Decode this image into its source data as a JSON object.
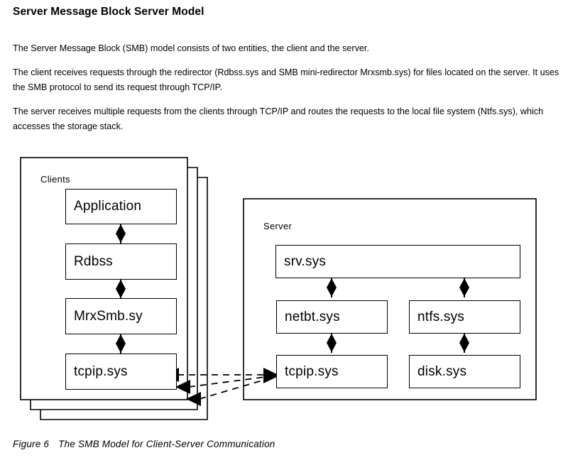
{
  "document": {
    "title": "Server Message Block Server Model",
    "paragraphs": [
      "The Server Message Block (SMB) model consists of two entities, the client and the server.",
      "The client receives requests through the redirector (Rdbss.sys and SMB mini-redirector Mrxsmb.sys) for files located on the server. It uses the SMB protocol to send its request through TCP/IP.",
      "The server receives multiple requests from the clients through TCP/IP and routes the requests to the local file system (Ntfs.sys), which accesses the storage stack."
    ]
  },
  "figure": {
    "caption_number": "Figure 6",
    "caption_text": "The SMB Model for Client-Server Communication",
    "client_panel": {
      "label": "Clients",
      "stack_count": 3,
      "nodes": [
        {
          "id": "application",
          "label": "Application"
        },
        {
          "id": "rdbss",
          "label": "Rdbss"
        },
        {
          "id": "mrxsmb",
          "label": "MrxSmb.sy"
        },
        {
          "id": "tcpip-client",
          "label": "tcpip.sys"
        }
      ],
      "connectors": [
        {
          "from": "application",
          "to": "rdbss",
          "style": "double-arrow"
        },
        {
          "from": "rdbss",
          "to": "mrxsmb",
          "style": "double-arrow"
        },
        {
          "from": "mrxsmb",
          "to": "tcpip-client",
          "style": "double-arrow"
        }
      ]
    },
    "server_panel": {
      "label": "Server",
      "nodes": [
        {
          "id": "srv",
          "label": "srv.sys"
        },
        {
          "id": "netbt",
          "label": "netbt.sys"
        },
        {
          "id": "ntfs",
          "label": "ntfs.sys"
        },
        {
          "id": "tcpip-server",
          "label": "tcpip.sys"
        },
        {
          "id": "disk",
          "label": "disk.sys"
        }
      ],
      "connectors": [
        {
          "from": "srv",
          "to": "netbt",
          "style": "double-arrow"
        },
        {
          "from": "srv",
          "to": "ntfs",
          "style": "double-arrow"
        },
        {
          "from": "netbt",
          "to": "tcpip-server",
          "style": "double-arrow"
        },
        {
          "from": "ntfs",
          "to": "disk",
          "style": "double-arrow"
        }
      ]
    },
    "network_links": {
      "style": "dashed",
      "count": 3,
      "from": "tcpip-server",
      "to": "tcpip-client",
      "arrowheads": "both"
    },
    "colors": {
      "stroke": "#000000",
      "fill": "#ffffff",
      "text": "#000000"
    }
  }
}
